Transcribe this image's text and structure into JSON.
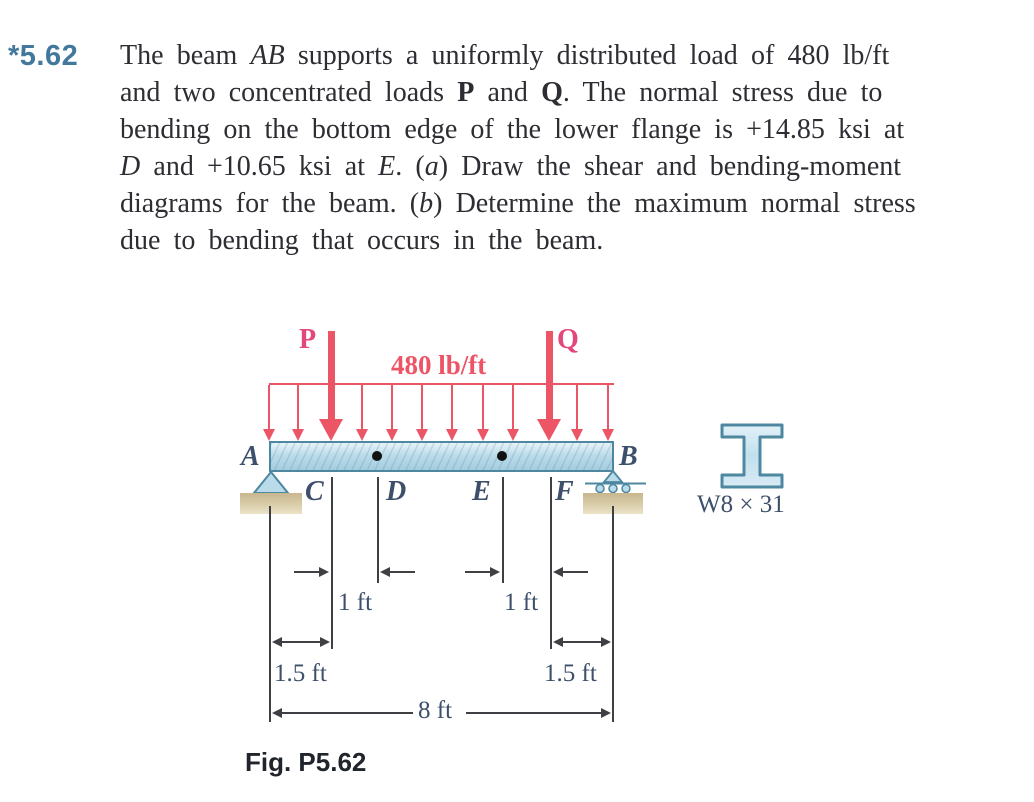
{
  "problem": {
    "number": "*5.62",
    "lines": [
      [
        {
          "t": "The beam "
        },
        {
          "t": "AB",
          "s": "i"
        },
        {
          "t": " supports a uniformly distributed load of 480 lb/ft"
        }
      ],
      [
        {
          "t": "and two concentrated loads "
        },
        {
          "t": "P",
          "s": "b"
        },
        {
          "t": " and "
        },
        {
          "t": "Q",
          "s": "b"
        },
        {
          "t": ". The normal stress due to"
        }
      ],
      [
        {
          "t": "bending on the bottom edge of the lower flange is +14.85 ksi at"
        }
      ],
      [
        {
          "t": "D",
          "s": "i"
        },
        {
          "t": " and +10.65 ksi at "
        },
        {
          "t": "E",
          "s": "i"
        },
        {
          "t": ". ("
        },
        {
          "t": "a",
          "s": "i"
        },
        {
          "t": ") Draw the shear and bending-moment"
        }
      ],
      [
        {
          "t": "diagrams for the beam. ("
        },
        {
          "t": "b",
          "s": "i"
        },
        {
          "t": ") Determine the maximum normal stress"
        }
      ],
      [
        {
          "t": "due to bending that occurs in the beam."
        }
      ]
    ]
  },
  "figure": {
    "caption": "Fig. P5.62",
    "distributed_load": "480 lb/ft",
    "loads": {
      "p": "P",
      "q": "Q"
    },
    "supports": {
      "left": "A",
      "right": "B"
    },
    "points": [
      "C",
      "D",
      "E",
      "F"
    ],
    "dims": {
      "cd": "1 ft",
      "ef": "1 ft",
      "ac": "1.5 ft",
      "fb": "1.5 ft",
      "total": "8 ft"
    },
    "section": "W8 × 31"
  },
  "colors": {
    "problem_number_blue": "#41789c",
    "body_text": "#2d2d33",
    "load_red": "#ec5566",
    "load_label_pink": "#e3487c",
    "label_navy": "#3d4f6a",
    "beam_fill": "#bcdcea",
    "beam_border": "#4e87a0",
    "ground_tan": "#c7b68e"
  }
}
